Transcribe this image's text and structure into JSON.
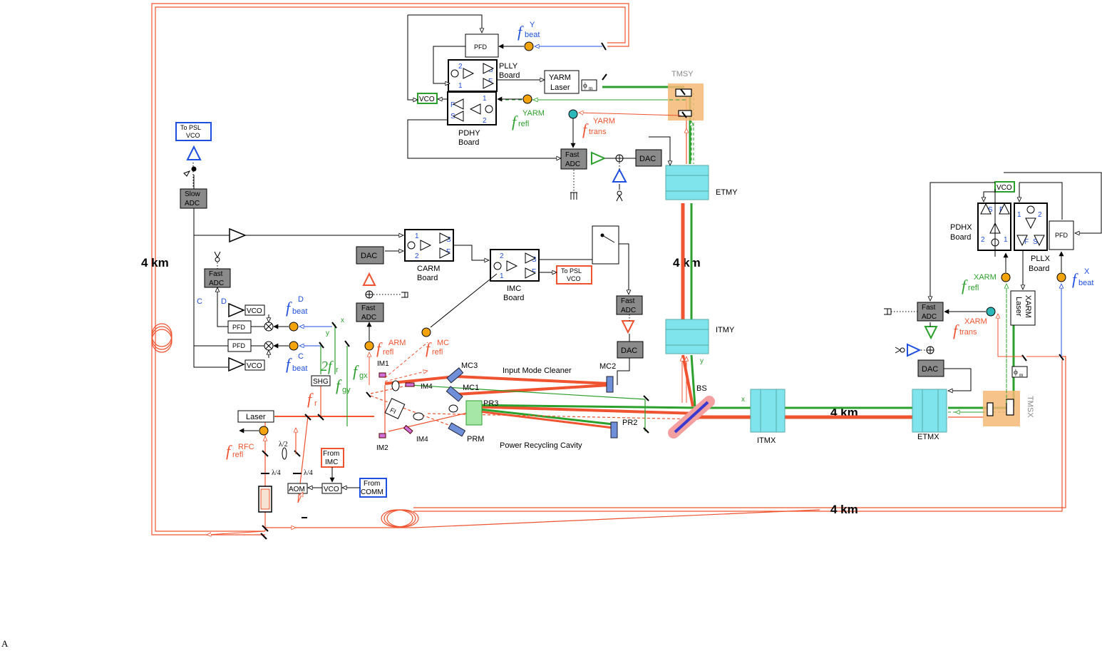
{
  "colors": {
    "red": "#f0532f",
    "green": "#2ca02c",
    "blue": "#1f4fe0",
    "cyan": "#7fe4ec",
    "gray": "#8a8a8a",
    "orange": "#f4b977",
    "black": "#000000"
  },
  "distances": {
    "left": "4 km",
    "mid": "4 km",
    "xarm": "4 km",
    "bottom": "4 km"
  },
  "boards": {
    "plly": {
      "line1": "PLLY",
      "line2": "Board"
    },
    "pdhy": {
      "line1": "PDHY",
      "line2": "Board"
    },
    "carm": {
      "line1": "CARM",
      "line2": "Board"
    },
    "imc": {
      "line1": "IMC",
      "line2": "Board"
    },
    "pdhx": {
      "line1": "PDHX",
      "line2": "Board"
    },
    "pllx": {
      "line1": "PLLX",
      "line2": "Board"
    },
    "port_s": "S",
    "port_f": "F",
    "port_1": "1",
    "port_2": "2"
  },
  "blocks": {
    "pfd": "PFD",
    "vco": "VCO",
    "dac": "DAC",
    "fast_adc": [
      "Fast",
      "ADC"
    ],
    "slow_adc": [
      "Slow",
      "ADC"
    ],
    "to_psl_vco": [
      "To PSL",
      "VCO"
    ],
    "yarm_laser": [
      "YARM",
      "Laser"
    ],
    "xarm_laser": [
      "XARM",
      "Laser"
    ],
    "laser": "Laser",
    "shg": "SHG",
    "aom": "AOM",
    "from_imc": [
      "From",
      "IMC"
    ],
    "from_comm": [
      "From",
      "COMM"
    ],
    "phi_m": "ϕ",
    "phi_sub": "m",
    "fi": "FI"
  },
  "signals": {
    "f": "f",
    "y_beat_sup": "Y",
    "beat_sub": "beat",
    "x_beat_sup": "X",
    "yarm_refl_sup": "YARM",
    "refl_sub": "refl",
    "yarm_trans_sup": "YARM",
    "trans_sub": "trans",
    "xarm_refl_sup": "XARM",
    "xarm_trans_sup": "XARM",
    "d_beat_sup": "D",
    "c_beat_sup": "C",
    "arm_refl_sup": "ARM",
    "mc_refl_sup": "MC",
    "rfc_refl_sup": "RFC",
    "f_r": "r",
    "two_f": "2f",
    "gx": "gx",
    "gy": "gy",
    "label_c": "C",
    "label_d": "D",
    "label_x": "x",
    "label_y": "y"
  },
  "optics": {
    "tmsy": "TMSY",
    "tmsx": "TMSX",
    "etmy": "ETMY",
    "itmy": "ITMY",
    "etmx": "ETMX",
    "itmx": "ITMX",
    "bs": "BS",
    "mc1": "MC1",
    "mc2": "MC2",
    "mc3": "MC3",
    "pr2": "PR2",
    "pr3": "PR3",
    "prm": "PRM",
    "im1": "IM1",
    "im2": "IM2",
    "im4a": "IM4",
    "im4b": "IM4",
    "input_mode_cleaner": "Input Mode Cleaner",
    "power_recycling_cavity": "Power Recycling Cavity",
    "half_wave": "λ/2",
    "quarter_wave_a": "λ/4",
    "quarter_wave_b": "λ/4"
  },
  "footer_letter": "A"
}
